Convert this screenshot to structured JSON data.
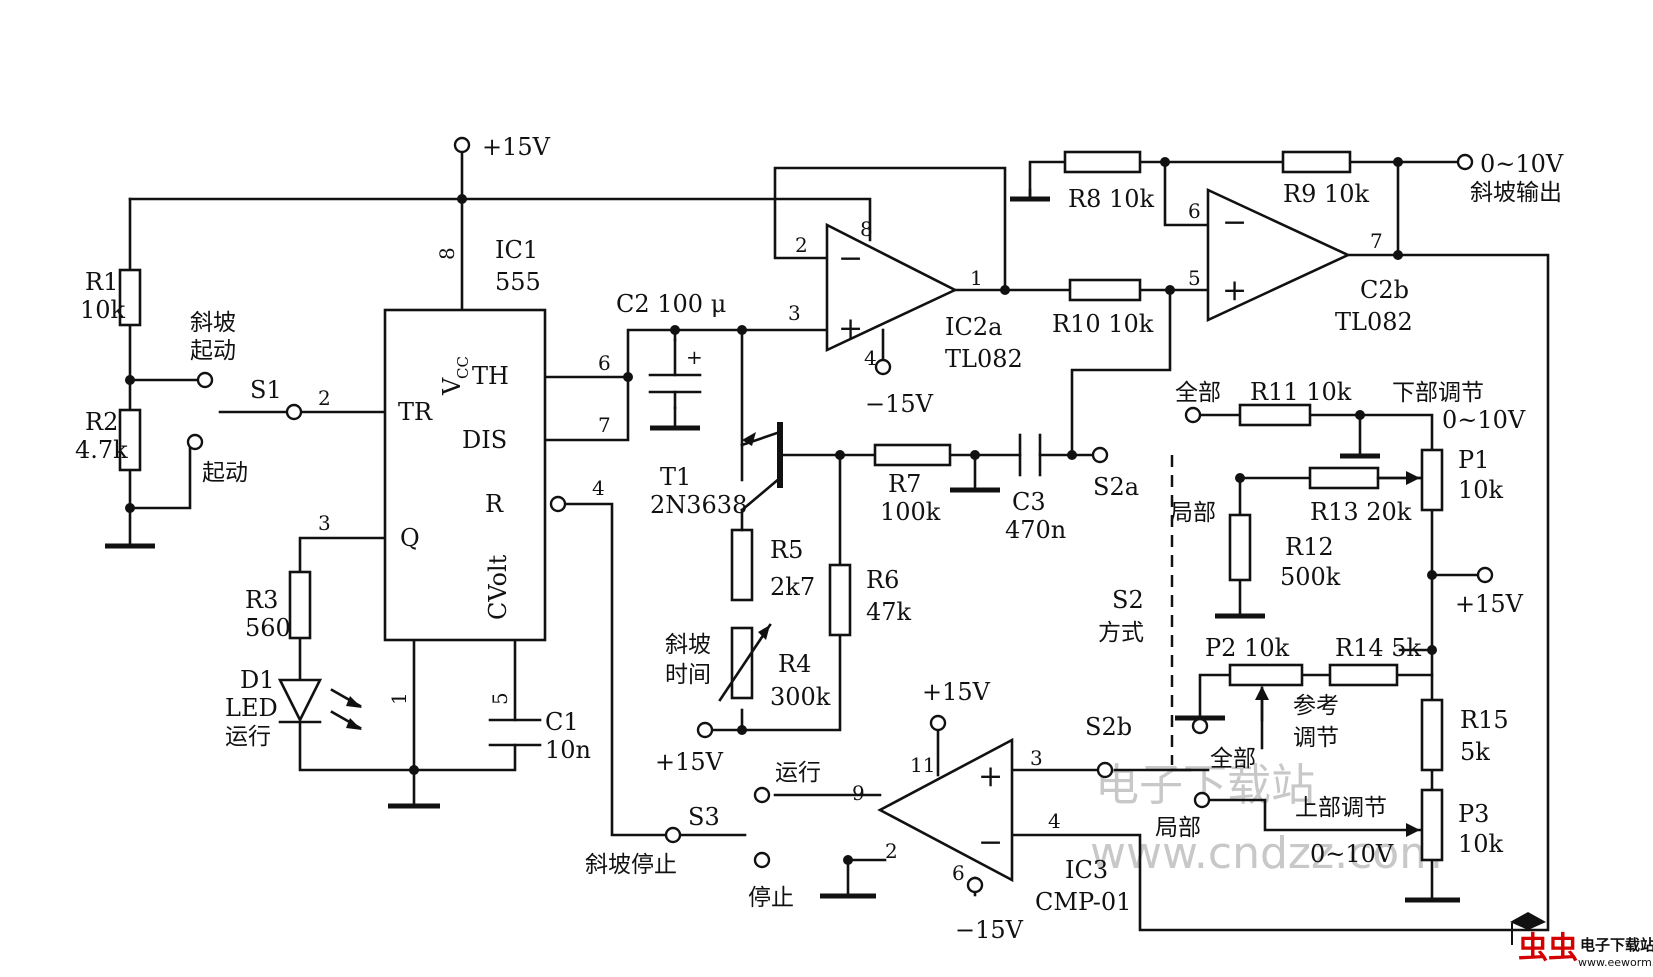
{
  "supply": {
    "pos": "+15V",
    "neg": "−15V"
  },
  "ic1": {
    "name": "IC1",
    "part": "555",
    "pins": {
      "tr": "TR",
      "th": "TH",
      "dis": "DIS",
      "r": "R",
      "q": "Q",
      "cvolt": "CVolt",
      "vcc": "V",
      "vcc_sub": "CC"
    }
  },
  "ic2a": {
    "name": "IC2a",
    "part": "TL082"
  },
  "ic2b": {
    "name": "C2b",
    "part": "TL082"
  },
  "ic3": {
    "name": "IC3",
    "part": "CMP-01"
  },
  "t1": {
    "name": "T1",
    "part": "2N3638"
  },
  "components": {
    "r1": {
      "name": "R1",
      "value": "10k"
    },
    "r2": {
      "name": "R2",
      "value": "4.7k"
    },
    "r3": {
      "name": "R3",
      "value": "560"
    },
    "r5": {
      "name": "R5",
      "value": "2k7"
    },
    "r4": {
      "name": "R4",
      "value": "300k"
    },
    "r6": {
      "name": "R6",
      "value": "47k"
    },
    "r7": {
      "name": "R7",
      "value": "100k"
    },
    "r8": {
      "label": "R8  10k"
    },
    "r9": {
      "label": "R9  10k"
    },
    "r10": {
      "label": "R10  10k"
    },
    "r11": {
      "label": "R11  10k"
    },
    "r12": {
      "name": "R12",
      "value": "500k"
    },
    "r13": {
      "label": "R13  20k"
    },
    "r14": {
      "label": "R14  5k"
    },
    "r15": {
      "name": "R15",
      "value": "5k"
    },
    "c1": {
      "name": "C1",
      "value": "10n"
    },
    "c2": {
      "label": "C2  100 μ"
    },
    "c3": {
      "name": "C3",
      "value": "470n"
    },
    "d1": {
      "name": "D1",
      "type": "LED",
      "note": "运行"
    },
    "p1": {
      "name": "P1",
      "value": "10k"
    },
    "p2": {
      "label": "P2  10k"
    },
    "p3": {
      "name": "P3",
      "value": "10k"
    }
  },
  "labels": {
    "ramp_start": [
      "斜坡",
      "起动"
    ],
    "start": "起动",
    "s1": "S1",
    "s2": [
      "S2",
      "方式"
    ],
    "s2a": "S2a",
    "s2b": "S2b",
    "s3": "S3",
    "ramp_stop": "斜坡停止",
    "run": "运行",
    "stop": "停止",
    "ramp_time": [
      "斜坡",
      "时间"
    ],
    "output_range": "0~10V",
    "output_name": "斜坡输出",
    "all": "全部",
    "local": "局部",
    "lower_adj": "下部调节",
    "lower_range": "0~10V",
    "upper_adj": "上部调节",
    "upper_range": "0~10V",
    "ref_adj": [
      "参考",
      "调节"
    ],
    "plus": "+"
  },
  "pins": {
    "p8": "8",
    "p2": "2",
    "p3": "3",
    "p6": "6",
    "p7": "7",
    "p4": "4",
    "p1": "1",
    "p5": "5",
    "a2": "2",
    "a8": "8",
    "a3": "3",
    "a4": "4",
    "a1": "1",
    "b6": "6",
    "b5": "5",
    "b7": "7",
    "c11": "11",
    "c3": "3",
    "c9": "9",
    "c2": "2",
    "c4": "4",
    "c6": "6"
  },
  "watermark": {
    "text": "www.cndzz.com",
    "brand": "电子下载站"
  },
  "logo": {
    "mark": "虫虫",
    "title": "电子下载站",
    "url": "www.eeworm.com"
  }
}
